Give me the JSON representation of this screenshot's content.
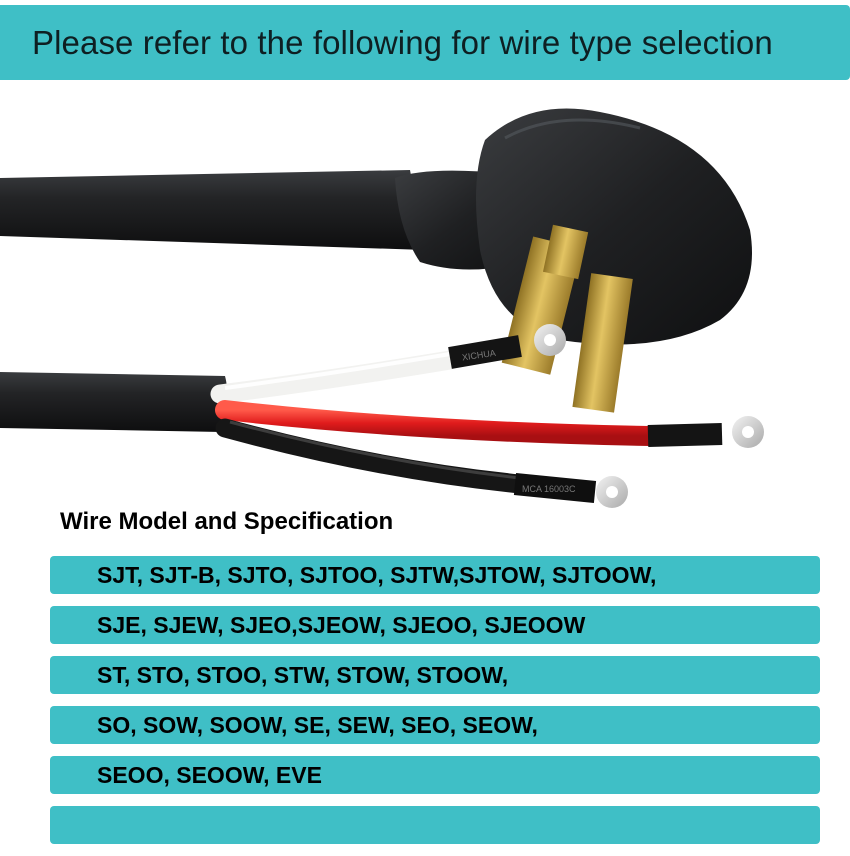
{
  "banner": {
    "text": "Please refer to the following for wire type selection"
  },
  "photo": {
    "icon": "power-cord-plug-photo",
    "plug_mark": "XICHUA",
    "wire_mark": "MCA 16003C"
  },
  "specification": {
    "heading": "Wire Model and Specification",
    "rows": [
      "SJT, SJT-B, SJTO, SJTOO, SJTW,SJTOW, SJTOOW,",
      "SJE, SJEW, SJEO,SJEOW, SJEOO, SJEOOW",
      "ST, STO, STOO, STW, STOW, STOOW,",
      "SO, SOW, SOOW, SE, SEW, SEO, SEOW,",
      "SEOO, SEOOW, EVE",
      ""
    ]
  },
  "colors": {
    "accent": "#3fbfc6",
    "cord": "#1e1f21",
    "white_wire": "#f2f2f0",
    "red_wire": "#e02020",
    "black_wire": "#161616",
    "brass": "#c9a640"
  }
}
